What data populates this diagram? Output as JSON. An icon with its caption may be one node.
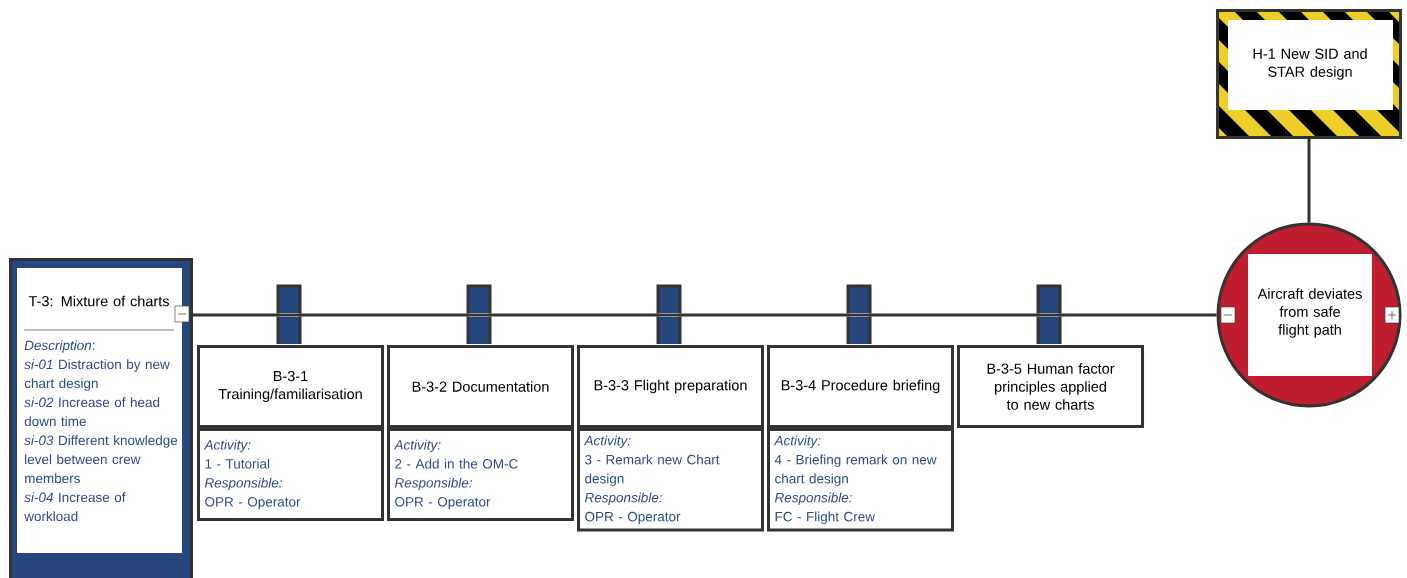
{
  "diagram": {
    "nodes": [
      {
        "text": [
          "T-3: Mixture of charts",
          "*Description*:",
          "*si-01* Distraction by new chart design",
          "*si-02* Increase of head down time",
          "*si-03* Different knowledge level between crew members",
          "*si-04* Increase of workload"
        ]
      },
      {
        "text": [
          "B-3-1 Training/familiarisation",
          "Activity:",
          "1 - Tutorial",
          "Responsible:",
          "OPR - Operator"
        ]
      },
      {
        "text": [
          "B-3-2 Documentation",
          "Activity:",
          "2 - Add in the OM-C",
          "Responsible:",
          "OPR - Operator"
        ]
      },
      {
        "text": [
          "B-3-3 Flight preparation",
          "Activity:",
          "3 - Remark new Chart design",
          "Responsible:",
          "OPR - Operator"
        ]
      },
      {
        "text": [
          "B-3-4 Procedure briefing",
          "Activity:",
          "4 - Briefing remark on new chart design",
          "Responsible:",
          "FC - Flight Crew"
        ]
      },
      {
        "text": [
          "B-3-5 Human factor principles applied to new charts"
        ]
      },
      {
        "text": [
          "Aircraft deviates from safe flight path"
        ]
      },
      {
        "text": [
          "H-1 New SID and STAR design"
        ]
      }
    ],
    "edges": [
      {
        "from": 0,
        "to": 6,
        "arrow": "none"
      },
      {
        "from": 7,
        "to": 6,
        "arrow": "none"
      }
    ]
  }
}
